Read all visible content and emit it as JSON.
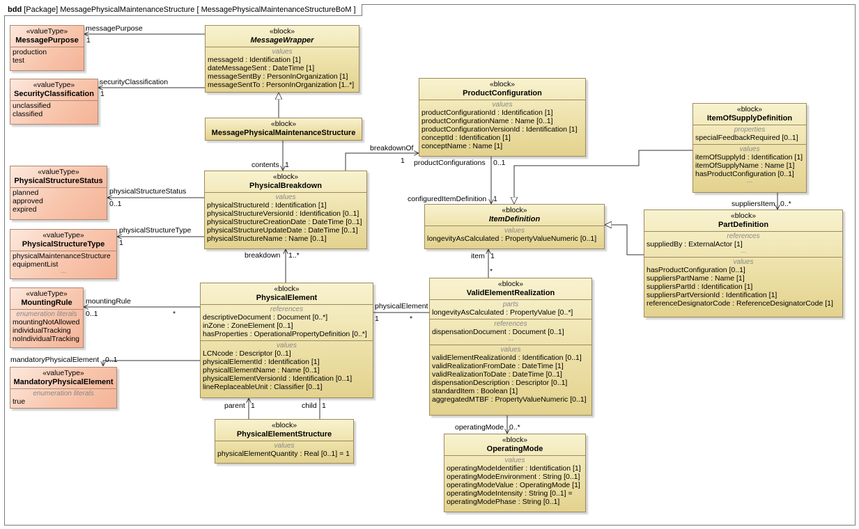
{
  "frame": {
    "kind": "bdd",
    "title": "[Package] MessagePhysicalMaintenanceStructure [ MessagePhysicalMaintenanceStructureBoM ]"
  },
  "blocks": {
    "messageWrapper": {
      "stereotype": "«block»",
      "name": "MessageWrapper",
      "values_label": "values",
      "values": [
        "messageId : Identification [1]",
        "dateMessageSent : DateTime [1]",
        "messageSentBy : PersonInOrganization [1]",
        "messageSentTo : PersonInOrganization [1..*]"
      ]
    },
    "mpms": {
      "stereotype": "«block»",
      "name": "MessagePhysicalMaintenanceStructure"
    },
    "physicalBreakdown": {
      "stereotype": "«block»",
      "name": "PhysicalBreakdown",
      "values_label": "values",
      "values": [
        "physicalStructureId : Identification [1]",
        "physicalStructureVersionId : Identification [0..1]",
        "physicalStructureCreationDate : DateTime [0..1]",
        "physicalStructureUpdateDate : DateTime [0..1]",
        "physicalStructureName : Name [0..1]"
      ]
    },
    "physicalElement": {
      "stereotype": "«block»",
      "name": "PhysicalElement",
      "references_label": "references",
      "references": [
        "descriptiveDocument : Document [0..*]",
        "inZone : ZoneElement [0..1]",
        "hasProperties : OperationalPropertyDefinition [0..*]"
      ],
      "values_label": "values",
      "values": [
        "LCNcode : Descriptor [0..1]",
        "physicalElementId : Identification [1]",
        "physicalElementName : Name [0..1]",
        "physicalElementVersionId : Identification [0..1]",
        "lineReplaceableUnit : Classifier [0..1]"
      ]
    },
    "physicalElementStructure": {
      "stereotype": "«block»",
      "name": "PhysicalElementStructure",
      "values_label": "values",
      "values": [
        "physicalElementQuantity : Real [0..1] = 1"
      ]
    },
    "productConfiguration": {
      "stereotype": "«block»",
      "name": "ProductConfiguration",
      "values_label": "values",
      "values": [
        "productConfigurationId : Identification [1]",
        "productConfigurationName : Name [0..1]",
        "productConfigurationVersionId : Identification [1]",
        "conceptId : Identification [1]",
        "conceptName : Name [1]"
      ]
    },
    "itemDefinition": {
      "stereotype": "«block»",
      "name": "ItemDefinition",
      "values_label": "values",
      "values": [
        "longevityAsCalculated : PropertyValueNumeric [0..1]"
      ]
    },
    "itemOfSupplyDefinition": {
      "stereotype": "«block»",
      "name": "ItemOfSupplyDefinition",
      "properties_label": "properties",
      "properties": [
        "specialFeedbackRequired [0..1]"
      ],
      "values_label": "values",
      "values": [
        "itemOfSupplyId : Identification [1]",
        "itemOfSupplyName : Name [1]",
        "hasProductConfiguration [0..1]"
      ],
      "ellipsis": "..."
    },
    "partDefinition": {
      "stereotype": "«block»",
      "name": "PartDefinition",
      "references_label": "references",
      "references": [
        "suppliedBy : ExternalActor [1]"
      ],
      "references_ellipsis": "...",
      "values_label": "values",
      "values": [
        "hasProductConfiguration [0..1]",
        "suppliersPartName : Name [1]",
        "suppliersPartId : Identification [1]",
        "suppliersPartVersionId : Identification [1]",
        "referenceDesignatorCode : ReferenceDesignatorCode [1]"
      ]
    },
    "validElementRealization": {
      "stereotype": "«block»",
      "name": "ValidElementRealization",
      "parts_label": "parts",
      "parts": [
        "longevityAsCalculated : PropertyValue [0..*]"
      ],
      "references_label": "references",
      "references": [
        "dispensationDocument : Document [0..1]"
      ],
      "references_ellipsis": "...",
      "values_label": "values",
      "values": [
        "validElementRealizationId : Identification [0..1]",
        "validRealizationFromDate : DateTime [1]",
        "validRealizationToDate : DateTime [0..1]",
        "dispensationDescription : Descriptor [0..1]",
        "standardItem : Boolean [1]",
        "aggregatedMTBF : PropertyValueNumeric [0..1]"
      ]
    },
    "operatingMode": {
      "stereotype": "«block»",
      "name": "OperatingMode",
      "values_label": "values",
      "values": [
        "operatingModeIdentifier : Identification [1]",
        "operatingModeEnvironment : String [0..1]",
        "operatingModeValue : OperatingMode [1]",
        "operatingModeIntensity : String [0..1] =",
        "operatingModePhase : String [0..1]"
      ]
    }
  },
  "valueTypes": {
    "messagePurpose": {
      "stereotype": "«valueType»",
      "name": "MessagePurpose",
      "literals": [
        "production",
        "test"
      ]
    },
    "securityClassification": {
      "stereotype": "«valueType»",
      "name": "SecurityClassification",
      "literals": [
        "unclassified",
        "classified"
      ]
    },
    "physicalStructureStatus": {
      "stereotype": "«valueType»",
      "name": "PhysicalStructureStatus",
      "literals": [
        "planned",
        "approved",
        "expired"
      ]
    },
    "physicalStructureType": {
      "stereotype": "«valueType»",
      "name": "PhysicalStructureType",
      "literals": [
        "physicalMaintenanceStructure",
        "equipmentList"
      ],
      "ellipsis": "..."
    },
    "mountingRule": {
      "stereotype": "«valueType»",
      "name": "MountingRule",
      "literals_label": "enumeration literals",
      "literals": [
        "mountingNotAllowed",
        "individualTracking",
        "noIndividualTracking"
      ]
    },
    "mandatoryPhysicalElement": {
      "stereotype": "«valueType»",
      "name": "MandatoryPhysicalElement",
      "literals_label": "enumeration literals",
      "literals": [
        "true"
      ]
    }
  },
  "connector_labels": {
    "messagePurpose": "messagePurpose",
    "messagePurpose_mult": "1",
    "securityClassification": "securityClassification",
    "securityClassification_mult": "1",
    "physicalStructureStatus": "physicalStructureStatus",
    "physicalStructureStatus_mult": "0..1",
    "physicalStructureType": "physicalStructureType",
    "physicalStructureType_mult": "1",
    "mountingRule": "mountingRule",
    "mountingRule_mult": "0..1",
    "mountingRule_src": "*",
    "mandatoryPhysicalElement": "mandatoryPhysicalElement",
    "mandatoryPhysicalElement_mult": "0..1",
    "contents": "contents",
    "contents_mult": "1",
    "breakdownOf": "breakdownOf",
    "breakdownOf_mult": "1",
    "productConfigurations": "productConfigurations",
    "productConfigurations_mult": "0..1",
    "configuredItemDefinition": "configuredItemDefinition",
    "configuredItemDefinition_mult": "1",
    "breakdown": "breakdown",
    "breakdown_mult": "1..*",
    "item": "item",
    "item_mult": "1",
    "item_src": "*",
    "physicalElement": "physicalElement",
    "physicalElement_mult": "1",
    "physicalElement_src": "*",
    "suppliersItem": "suppliersItem",
    "suppliersItem_mult": "0..*",
    "operatingMode": "operatingMode",
    "operatingMode_mult": "0..*",
    "parent": "parent",
    "parent_mult": "1",
    "child": "child",
    "child_mult": "1"
  }
}
